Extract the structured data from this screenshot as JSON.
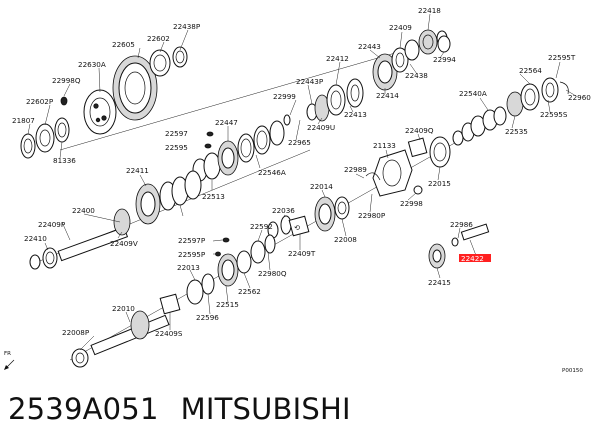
{
  "footer": {
    "part_number": "2539A051",
    "brand": "MITSUBISHI"
  },
  "figure_code": "P00150",
  "direction_label": "FR",
  "labels": [
    "22438P",
    "22418",
    "22605",
    "22602",
    "22409",
    "22994",
    "22443",
    "22630A",
    "22438",
    "22998Q",
    "22412",
    "21807",
    "22602P",
    "22443P",
    "22414",
    "22564",
    "22595T",
    "22540A",
    "22960",
    "22999",
    "22413",
    "81336",
    "22409U",
    "22597",
    "22595S",
    "22447",
    "22535",
    "22409Q",
    "22595",
    "22965",
    "21133",
    "22989",
    "22015",
    "22411",
    "22546A",
    "22014",
    "22998",
    "22513",
    "22980P",
    "22409P",
    "22400",
    "22036",
    "22986",
    "22410",
    "22008",
    "22409T",
    "22592",
    "22409V",
    "22597P",
    "22595P",
    "22980Q",
    "22013",
    "22415",
    "22562",
    "22515",
    "22010",
    "22596",
    "22008P",
    "22409S",
    "22422"
  ],
  "highlight_label": "22422"
}
